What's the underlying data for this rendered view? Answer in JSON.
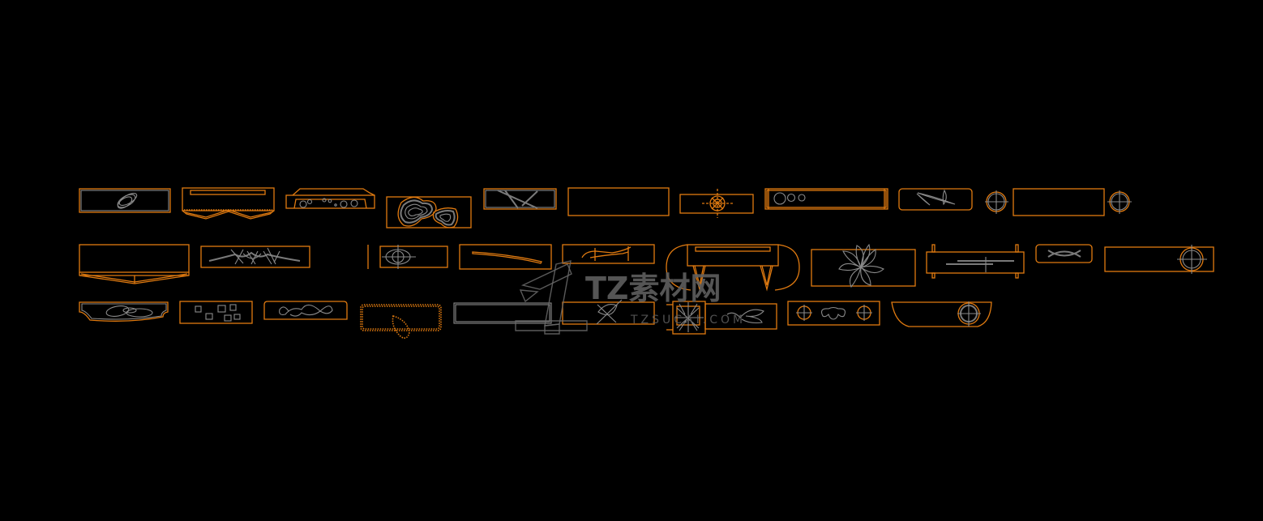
{
  "drawing": {
    "background": "#000000",
    "line_color_primary": "#e07a10",
    "line_color_secondary": "#8a8a8a",
    "rows": [
      {
        "name": "row-1",
        "block_count": 12
      },
      {
        "name": "row-2",
        "block_count": 10
      },
      {
        "name": "row-3",
        "block_count": 9
      }
    ]
  },
  "watermark": {
    "title": "TZ素材网",
    "url": "TZSUCAI.COM",
    "color": "#5f5f5f"
  }
}
